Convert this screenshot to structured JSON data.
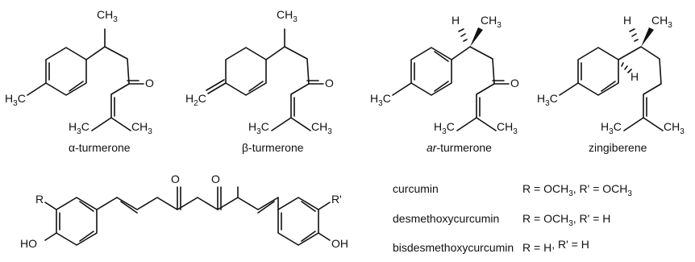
{
  "captions": {
    "alpha": "α-turmerone",
    "beta": "β-turmerone",
    "ar_prefix": "ar",
    "ar_suffix": "-turmerone",
    "zingiberene": "zingiberene"
  },
  "atoms": {
    "ch": "CH",
    "h3c": "H",
    "h2c": "H",
    "c": "C",
    "o": "O",
    "h": "H",
    "three": "3",
    "two": "2",
    "ho": "HO",
    "oh": "OH",
    "r": "R",
    "r_prime": "R'"
  },
  "table": {
    "rows": [
      {
        "name": "curcumin",
        "r": "R = OCH",
        "r_sub": "3",
        "sep": ", ",
        "rp": "R' = OCH",
        "rp_sub": "3"
      },
      {
        "name": "desmethoxycurcumin",
        "r": "R = OCH",
        "r_sub": "3",
        "sep": ", ",
        "rp": "R' = H",
        "rp_sub": ""
      },
      {
        "name": "bisdesmethoxycurcumin",
        "r": "R = H",
        "r_sub": "",
        "sep": ",  ",
        "rp": "R' = H",
        "rp_sub": ""
      }
    ]
  }
}
